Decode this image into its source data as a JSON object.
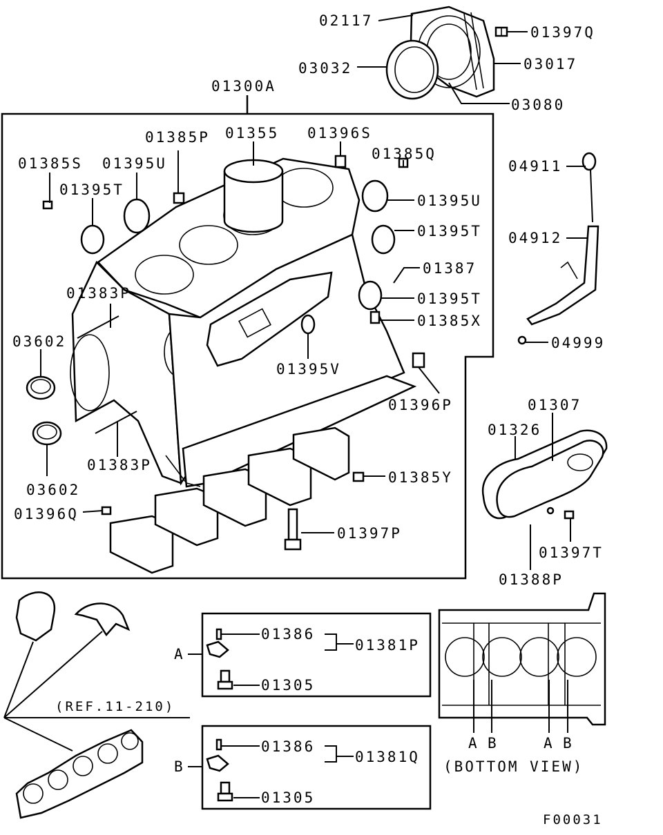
{
  "diagram": {
    "assembly_label": "01300A",
    "footer_code": "F00031",
    "reference_note": "(REF.11-210)",
    "bottom_view_label": "(BOTTOM VIEW)",
    "bottom_view_markers": [
      "A",
      "B",
      "A",
      "B"
    ],
    "detail_markers": {
      "a": "A",
      "b": "B"
    },
    "parts": [
      {
        "key": "p02117",
        "code": "02117"
      },
      {
        "key": "p01397q",
        "code": "01397Q"
      },
      {
        "key": "p03032",
        "code": "03032"
      },
      {
        "key": "p03017",
        "code": "03017"
      },
      {
        "key": "p03080",
        "code": "03080"
      },
      {
        "key": "p01385p",
        "code": "01385P"
      },
      {
        "key": "p01355",
        "code": "01355"
      },
      {
        "key": "p01396s",
        "code": "01396S"
      },
      {
        "key": "p01385q",
        "code": "01385Q"
      },
      {
        "key": "p01385s",
        "code": "01385S"
      },
      {
        "key": "p01395u_a",
        "code": "01395U"
      },
      {
        "key": "p01395t_a",
        "code": "01395T"
      },
      {
        "key": "p01395u_b",
        "code": "01395U"
      },
      {
        "key": "p01395t_b",
        "code": "01395T"
      },
      {
        "key": "p01387",
        "code": "01387"
      },
      {
        "key": "p01383p_a",
        "code": "01383P"
      },
      {
        "key": "p01395t_c",
        "code": "01395T"
      },
      {
        "key": "p01385x",
        "code": "01385X"
      },
      {
        "key": "p03602_a",
        "code": "03602"
      },
      {
        "key": "p01395v",
        "code": "01395V"
      },
      {
        "key": "p01396p",
        "code": "01396P"
      },
      {
        "key": "p01383p_b",
        "code": "01383P"
      },
      {
        "key": "p03602_b",
        "code": "03602"
      },
      {
        "key": "p01385y",
        "code": "01385Y"
      },
      {
        "key": "p01396q",
        "code": "01396Q"
      },
      {
        "key": "p01397p",
        "code": "01397P"
      },
      {
        "key": "p04911",
        "code": "04911"
      },
      {
        "key": "p04912",
        "code": "04912"
      },
      {
        "key": "p04999",
        "code": "04999"
      },
      {
        "key": "p01307",
        "code": "01307"
      },
      {
        "key": "p01326",
        "code": "01326"
      },
      {
        "key": "p01397t",
        "code": "01397T"
      },
      {
        "key": "p01388p",
        "code": "01388P"
      },
      {
        "key": "p01386_a",
        "code": "01386"
      },
      {
        "key": "p01381p",
        "code": "01381P"
      },
      {
        "key": "p01305_a",
        "code": "01305"
      },
      {
        "key": "p01386_b",
        "code": "01386"
      },
      {
        "key": "p01381q",
        "code": "01381Q"
      },
      {
        "key": "p01305_b",
        "code": "01305"
      }
    ]
  }
}
